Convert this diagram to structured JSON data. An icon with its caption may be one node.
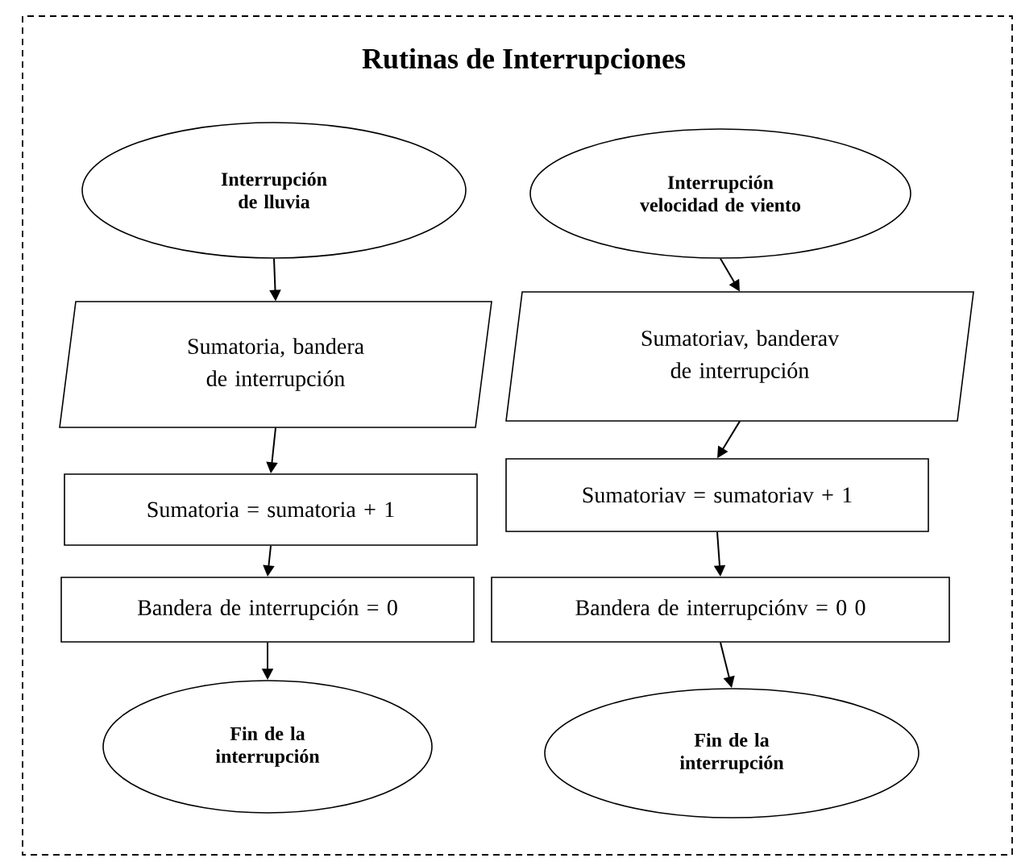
{
  "diagram": {
    "title": "Rutinas de Interrupciones",
    "nodes": [
      {
        "text": [
          "Interrupción de lluvia"
        ]
      },
      {
        "text": [
          "Sumatoria, bandera de interrupción"
        ]
      },
      {
        "text": [
          "Sumatoria = sumatoria + 1"
        ]
      },
      {
        "text": [
          "Bandera de interrupción = 0"
        ]
      },
      {
        "text": [
          "Fin de la interrupción"
        ]
      },
      {
        "text": [
          "Interrupción velocidad de viento"
        ]
      },
      {
        "text": [
          "Sumatoriav, banderav de interrupción"
        ]
      },
      {
        "text": [
          "Sumatoriav = sumatoriav + 1"
        ]
      },
      {
        "text": [
          "Bandera de interrupciónv = 0 0"
        ]
      },
      {
        "text": [
          "Fin de la interrupción"
        ]
      }
    ],
    "edges": [
      {
        "from": 0,
        "to": 1,
        "arrow": "to"
      },
      {
        "from": 1,
        "to": 2,
        "arrow": "to"
      },
      {
        "from": 2,
        "to": 3,
        "arrow": "to"
      },
      {
        "from": 3,
        "to": 4,
        "arrow": "to"
      },
      {
        "from": 5,
        "to": 6,
        "arrow": "to"
      },
      {
        "from": 6,
        "to": 7,
        "arrow": "to"
      },
      {
        "from": 7,
        "to": 8,
        "arrow": "to"
      },
      {
        "from": 8,
        "to": 9,
        "arrow": "to"
      }
    ]
  }
}
